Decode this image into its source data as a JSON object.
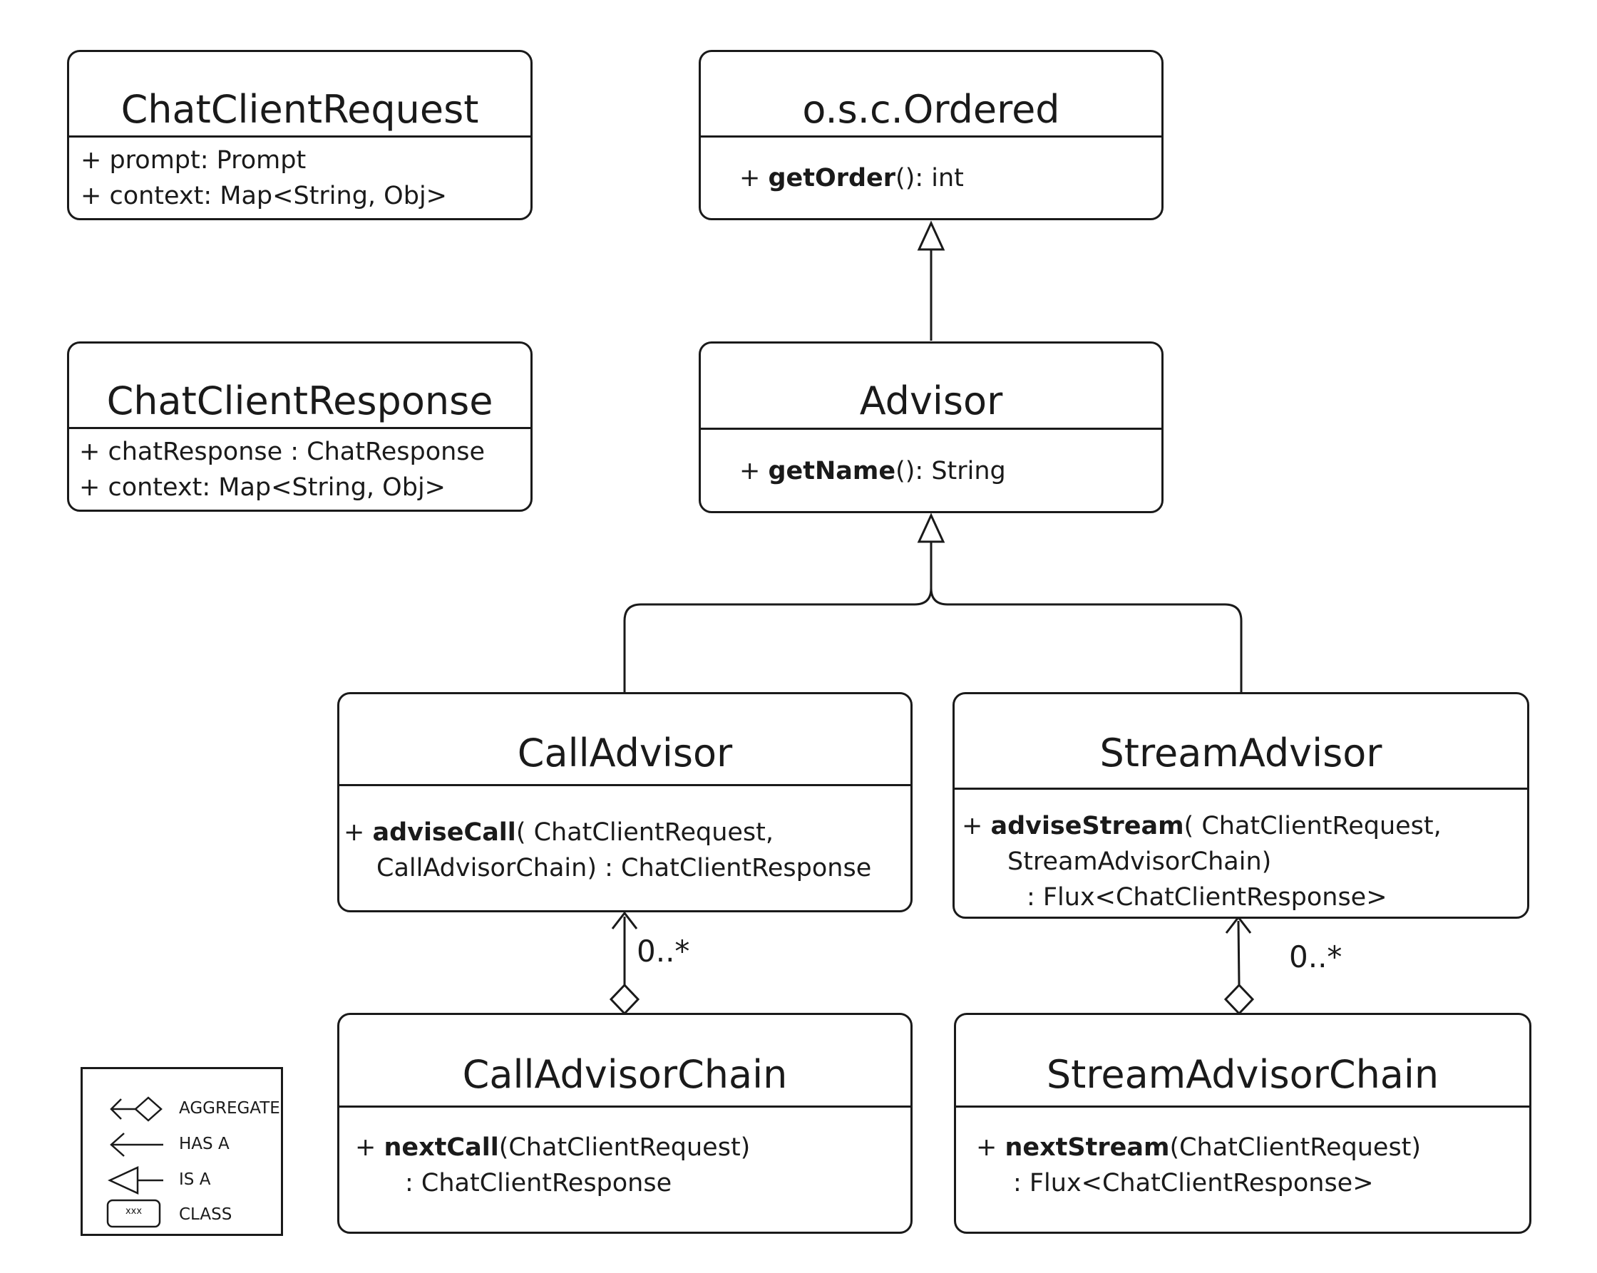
{
  "classes": {
    "chat_client_request": {
      "name": "ChatClientRequest",
      "attributes": [
        "+ prompt: Prompt",
        "+ context: Map<String, Obj>"
      ]
    },
    "chat_client_response": {
      "name": "ChatClientResponse",
      "attributes": [
        "+ chatResponse : ChatResponse",
        "+ context: Map<String, Obj>"
      ]
    },
    "ordered": {
      "name": "o.s.c.Ordered",
      "method": {
        "prefix": "+ ",
        "name": "getOrder",
        "rest": "(): int"
      }
    },
    "advisor": {
      "name": "Advisor",
      "method": {
        "prefix": "+ ",
        "name": "getName",
        "rest": "(): String"
      }
    },
    "call_advisor": {
      "name": "CallAdvisor",
      "method": {
        "prefix": "+ ",
        "name": "adviseCall",
        "rest": "( ChatClientRequest,",
        "cont": [
          "CallAdvisorChain) : ChatClientResponse"
        ]
      }
    },
    "stream_advisor": {
      "name": "StreamAdvisor",
      "method": {
        "prefix": "+ ",
        "name": "adviseStream",
        "rest": "( ChatClientRequest,",
        "cont": [
          "StreamAdvisorChain)",
          ": Flux<ChatClientResponse>"
        ]
      }
    },
    "call_advisor_chain": {
      "name": "CallAdvisorChain",
      "method": {
        "prefix": "+ ",
        "name": "nextCall",
        "rest": "(ChatClientRequest)",
        "cont": [
          ": ChatClientResponse"
        ]
      }
    },
    "stream_advisor_chain": {
      "name": "StreamAdvisorChain",
      "method": {
        "prefix": "+ ",
        "name": "nextStream",
        "rest": "(ChatClientRequest)",
        "cont": [
          ": Flux<ChatClientResponse>"
        ]
      }
    }
  },
  "relations": {
    "call_multiplicity": "0..*",
    "stream_multiplicity": "0..*"
  },
  "legend": {
    "aggregate": "AGGREGATE",
    "has_a": "HAS A",
    "is_a": "IS A",
    "class": "CLASS",
    "class_sample": "xxx"
  },
  "colors": {
    "stroke": "#1a1a1a",
    "background": "#ffffff"
  }
}
